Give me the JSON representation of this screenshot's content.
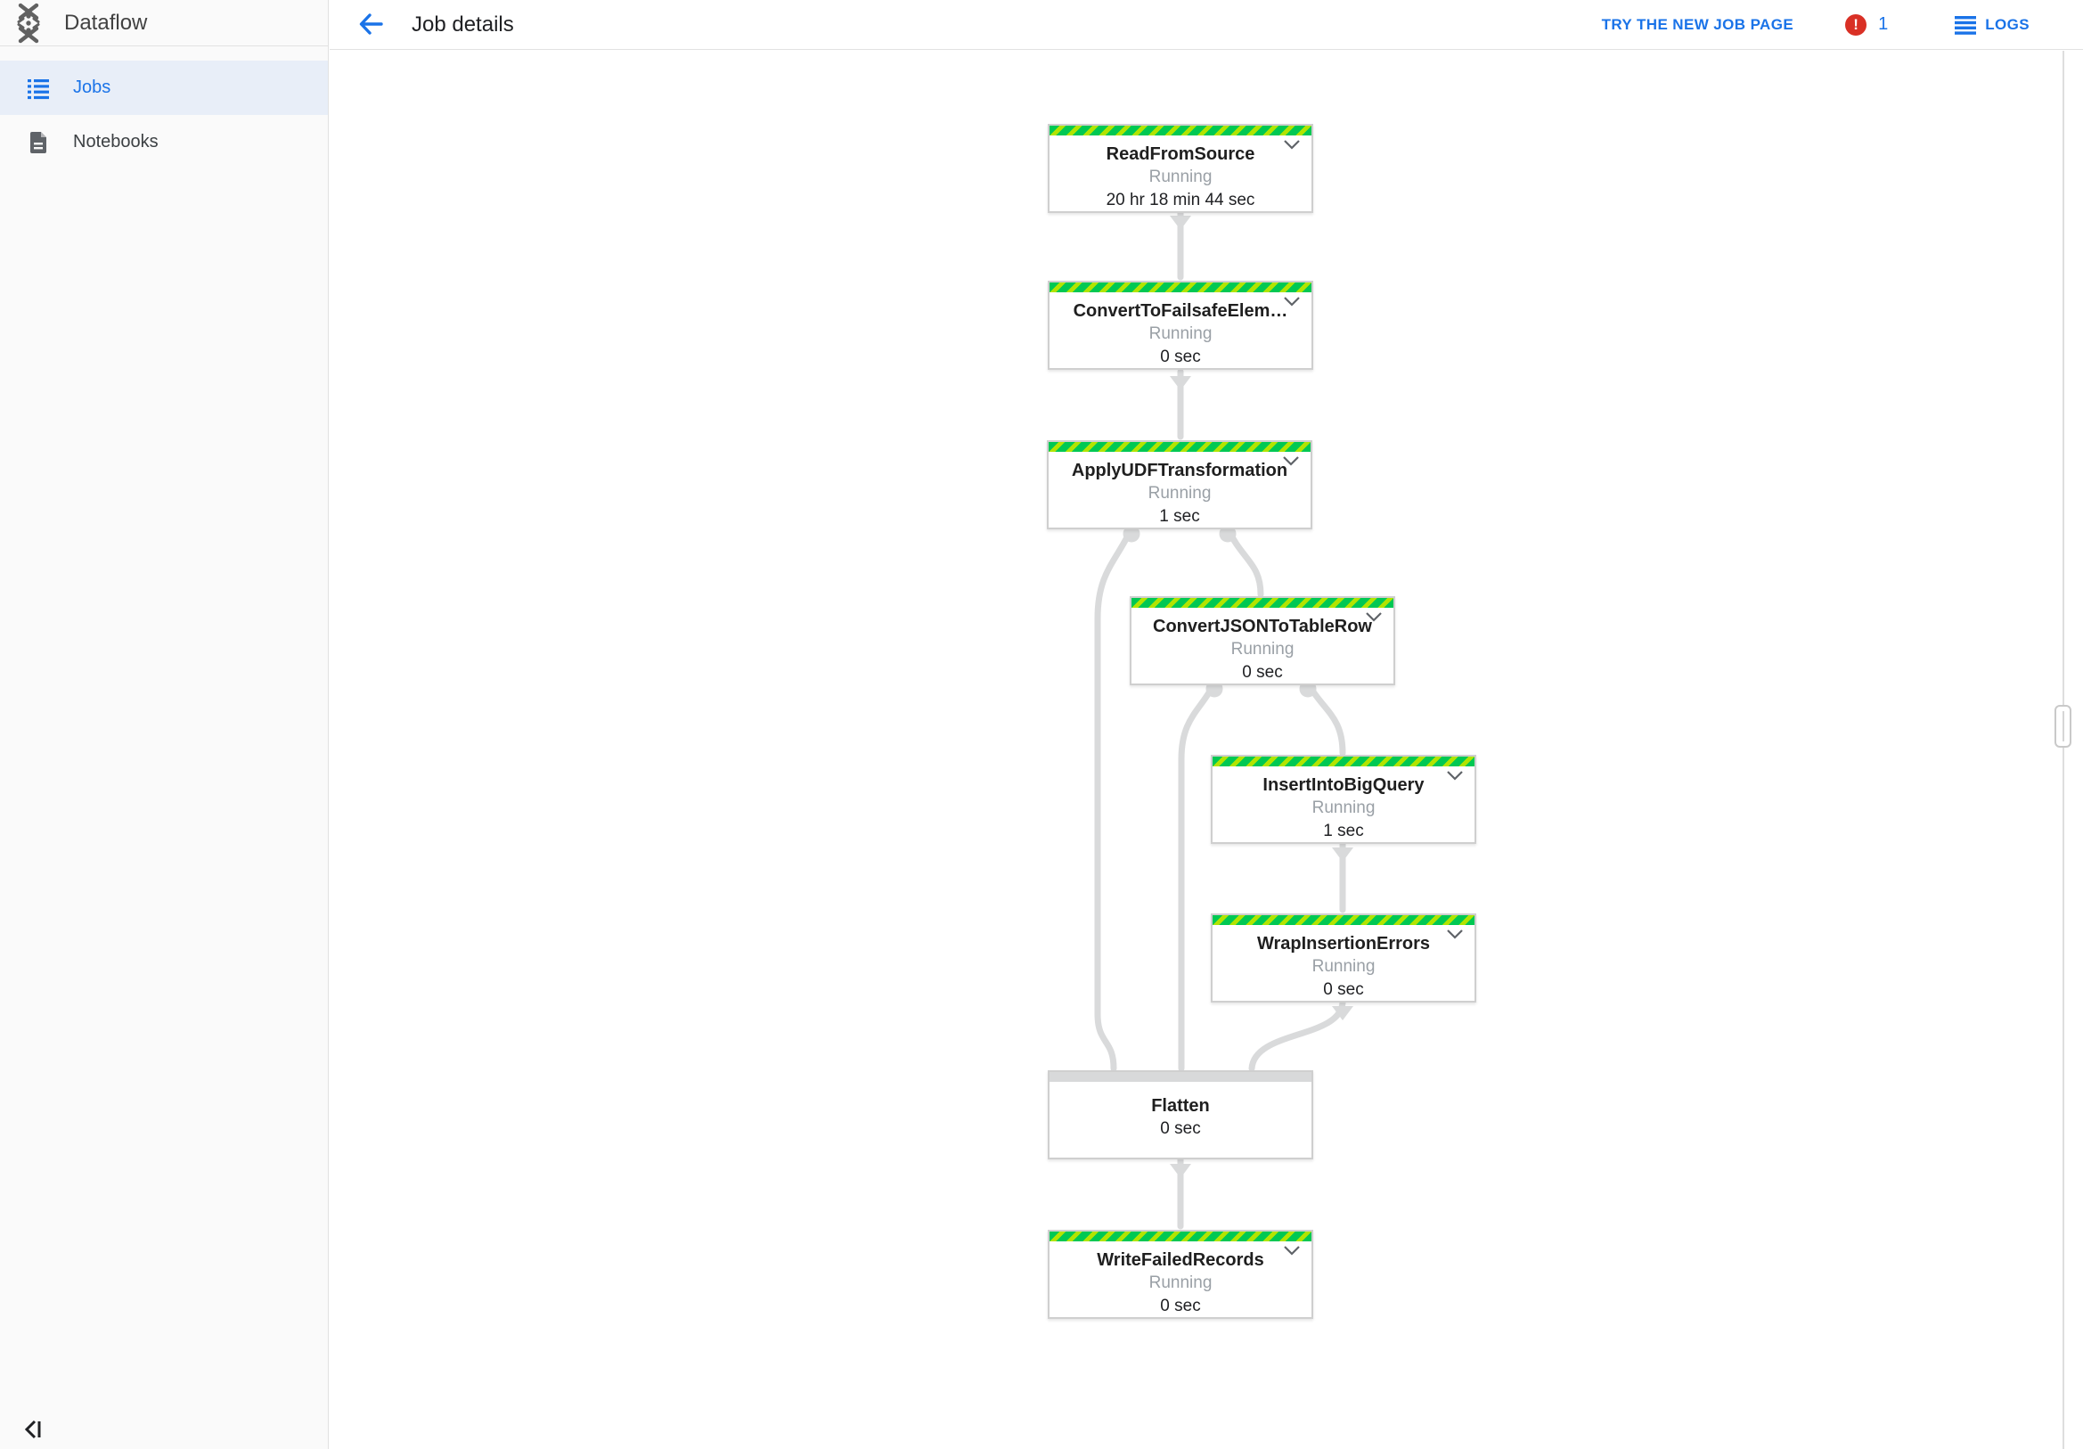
{
  "app": {
    "product_name": "Dataflow"
  },
  "sidebar": {
    "items": [
      {
        "label": "Jobs",
        "selected": true
      },
      {
        "label": "Notebooks",
        "selected": false
      }
    ]
  },
  "header": {
    "title": "Job details",
    "try_new_job_link": "TRY THE NEW JOB PAGE",
    "error_badge_glyph": "!",
    "error_count": "1",
    "logs_label": "LOGS"
  },
  "graph": {
    "nodes": [
      {
        "name": "ReadFromSource",
        "status": "Running",
        "duration": "20 hr 18 min 44 sec"
      },
      {
        "name": "ConvertToFailsafeElem…",
        "status": "Running",
        "duration": "0 sec"
      },
      {
        "name": "ApplyUDFTransformation",
        "status": "Running",
        "duration": "1 sec"
      },
      {
        "name": "ConvertJSONToTableRow",
        "status": "Running",
        "duration": "0 sec"
      },
      {
        "name": "InsertIntoBigQuery",
        "status": "Running",
        "duration": "1 sec"
      },
      {
        "name": "WrapInsertionErrors",
        "status": "Running",
        "duration": "0 sec"
      },
      {
        "name": "Flatten",
        "status": "",
        "duration": "0 sec"
      },
      {
        "name": "WriteFailedRecords",
        "status": "Running",
        "duration": "0 sec"
      }
    ]
  },
  "colors": {
    "accent_blue": "#1A73E8",
    "error_red": "#D93025",
    "stripe_green": "#00C853",
    "stripe_lime": "#B2E400",
    "edge_gray": "#D9DADB",
    "selected_row": "#E8EEF8"
  }
}
